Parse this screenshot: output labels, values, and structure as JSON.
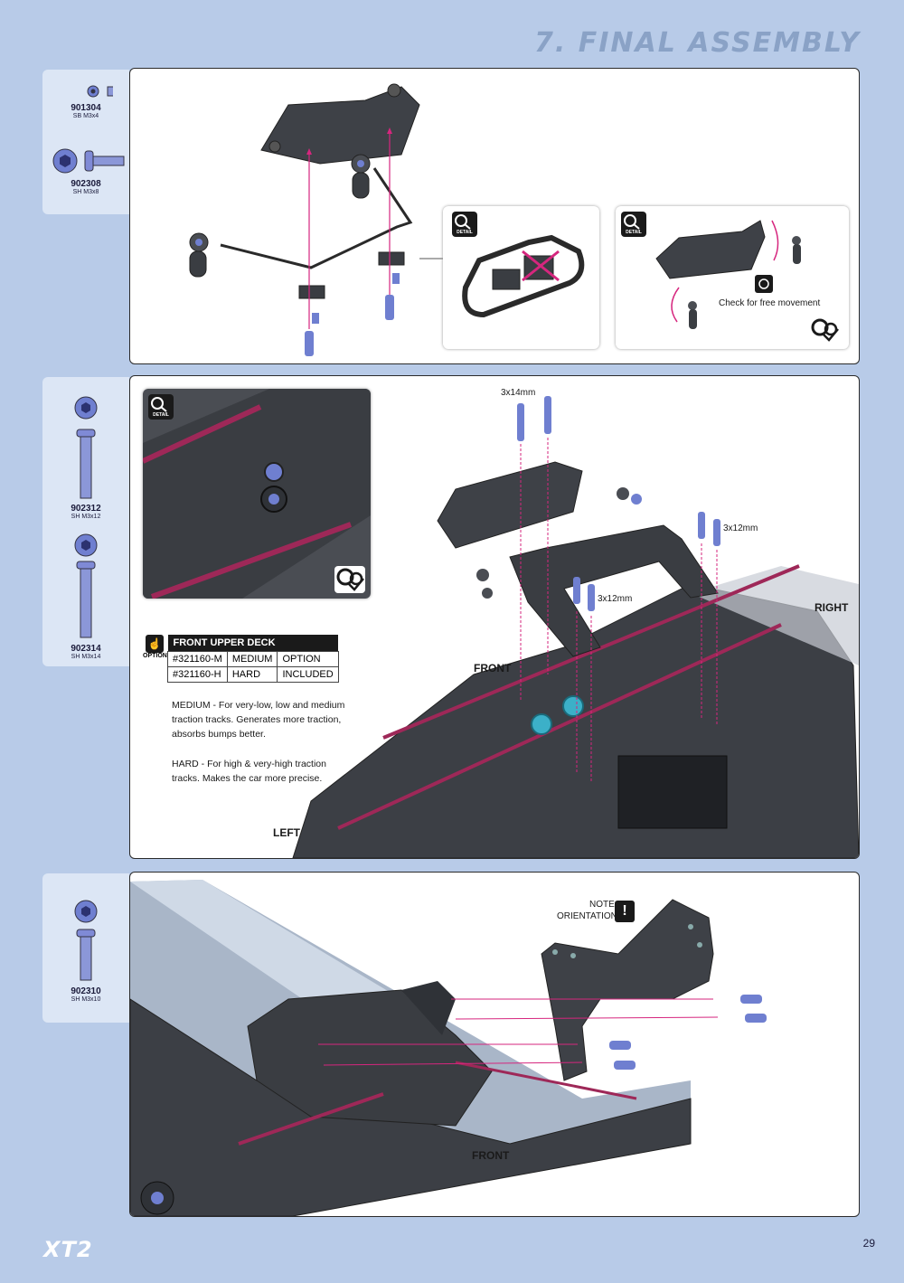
{
  "header": {
    "title": "7. FINAL ASSEMBLY"
  },
  "parts": {
    "step1": [
      {
        "code": "901304",
        "size": "SB M3x4"
      },
      {
        "code": "902308",
        "size": "SH M3x8"
      }
    ],
    "step2": [
      {
        "code": "902312",
        "size": "SH M3x12"
      },
      {
        "code": "902314",
        "size": "SH M3x14"
      }
    ],
    "step3": [
      {
        "code": "902310",
        "size": "SH M3x10"
      }
    ]
  },
  "step1": {
    "detail_label": "DETAIL",
    "check_text": "Check for free movement"
  },
  "step2": {
    "detail_label": "DETAIL",
    "screw_3x14": "3x14mm",
    "screw_3x12_a": "3x12mm",
    "screw_3x12_b": "3x12mm",
    "right": "RIGHT",
    "front": "FRONT",
    "left": "LEFT",
    "option_caption": "OPTION",
    "table": {
      "header": "FRONT UPPER DECK",
      "rows": [
        [
          "#321160-M",
          "MEDIUM",
          "OPTION"
        ],
        [
          "#321160-H",
          "HARD",
          "INCLUDED"
        ]
      ]
    },
    "desc_medium": "MEDIUM - For very-low, low and medium traction tracks. Generates more traction, absorbs bumps better.",
    "desc_hard": "HARD - For high & very-high traction tracks. Makes the car more precise."
  },
  "step3": {
    "note_line1": "NOTE",
    "note_line2": "ORIENTATION",
    "front": "FRONT"
  },
  "footer": {
    "logo": "XT2",
    "page": "29"
  },
  "colors": {
    "background": "#b8cbe8",
    "part_blue": "#6f7fd0",
    "arrow_magenta": "#d6267e",
    "plastic": "#3a3d42"
  }
}
